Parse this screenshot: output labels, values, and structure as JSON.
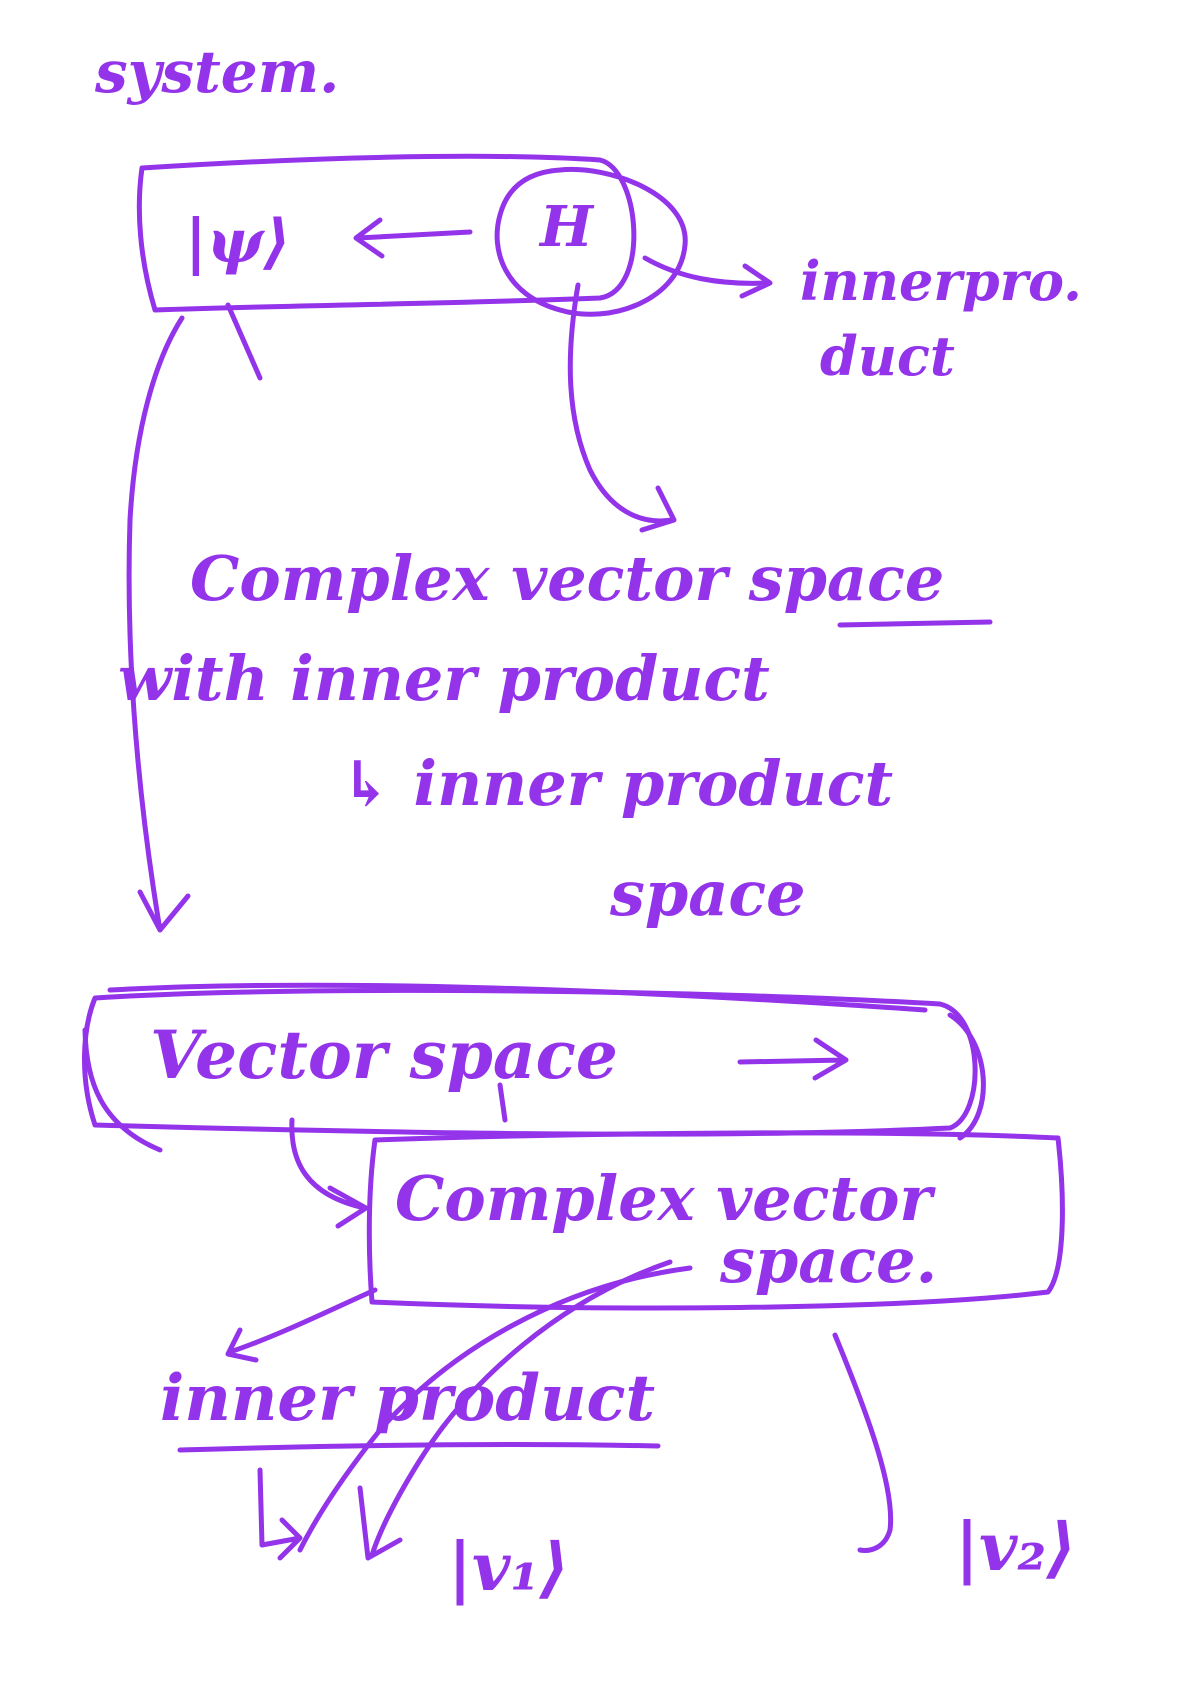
{
  "ink_color": "#9333ea",
  "labels": {
    "system": "system.",
    "ket_psi": "|ψ⟩",
    "hilbert": "H",
    "inner_product_note_1": "innerpro.",
    "inner_product_note_2": "duct",
    "complex_line_1": "Complex vector space",
    "complex_line_2": "with inner product",
    "inner_product_line_1": "↳ inner product",
    "inner_product_line_2": "space",
    "vector_space": "Vector space",
    "complex_box_line_1": "Complex vector",
    "complex_box_line_2": "space.",
    "inner_product_bottom": "inner product",
    "ket_v1": "|v₁⟩",
    "ket_v2": "|v₂⟩"
  }
}
